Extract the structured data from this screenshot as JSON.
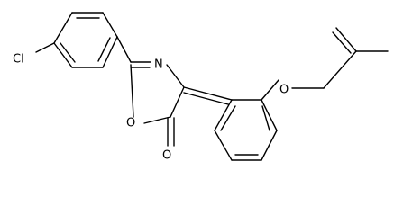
{
  "atoms": {
    "chlorine": "Cl",
    "ring_nitrogen": "N",
    "ring_oxygen": "O",
    "carbonyl_oxygen": "O",
    "ether_oxygen": "O"
  }
}
